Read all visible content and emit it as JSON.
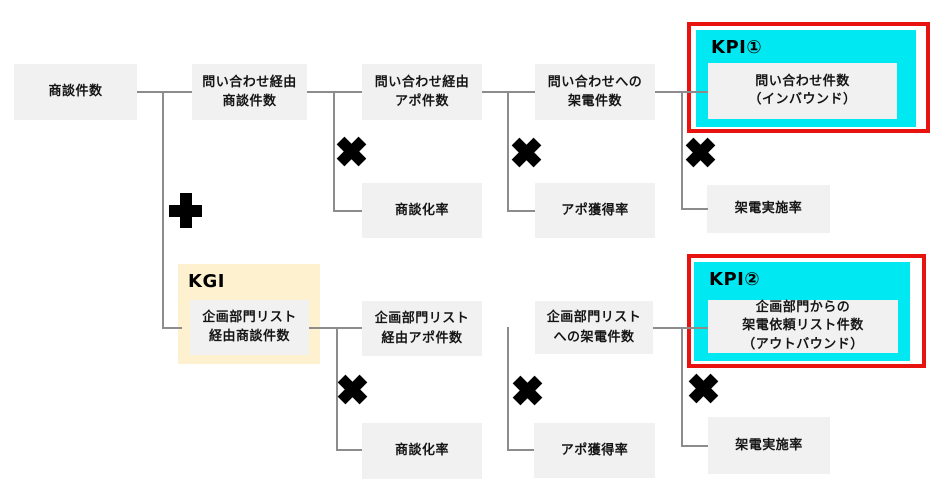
{
  "diagram": {
    "description_type": "kpi-tree",
    "root": {
      "label": "商談件数"
    },
    "rows": [
      {
        "name": "inbound-row",
        "nodes": [
          {
            "label": "問い合わせ経由\n商談件数"
          },
          {
            "label": "問い合わせ経由\nアポ件数"
          },
          {
            "label": "問い合わせへの\n架電件数"
          }
        ],
        "multipliers": [
          {
            "label": "商談化率"
          },
          {
            "label": "アポ獲得率"
          },
          {
            "label": "架電実施率"
          }
        ]
      },
      {
        "name": "outbound-row",
        "nodes": [
          {
            "label": "企画部門リスト\n経由アポ件数"
          },
          {
            "label": "企画部門リスト\nへの架電件数"
          }
        ],
        "multipliers": [
          {
            "label": "商談化率"
          },
          {
            "label": "アポ獲得率"
          },
          {
            "label": "架電実施率"
          }
        ]
      }
    ],
    "groups": {
      "kgi": {
        "title": "KGI",
        "label": "企画部門リスト\n経由商談件数"
      },
      "kpi1": {
        "title": "KPI①",
        "label": "問い合わせ件数\n（インバウンド）"
      },
      "kpi2": {
        "title": "KPI②",
        "label": "企画部門からの\n架電依頼リスト件数\n（アウトバウンド）"
      }
    },
    "operators": {
      "plus": "+",
      "multiply": "×"
    },
    "colors": {
      "node_fill": "#f1f1f1",
      "kgi_highlight": "#fdf1cf",
      "kpi_highlight": "#00e8f1",
      "kpi_border": "#e8130f",
      "connector": "#8c8c8c",
      "operator": "#000000"
    }
  }
}
